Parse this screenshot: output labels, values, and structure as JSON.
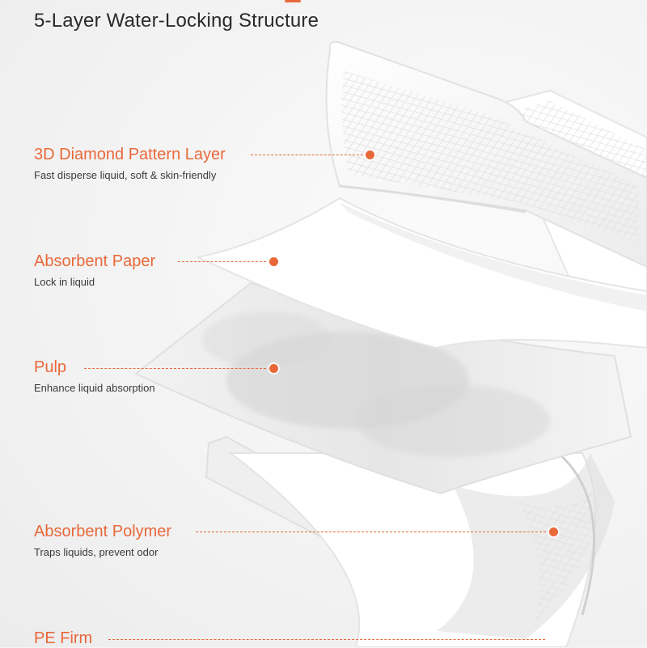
{
  "header": {
    "title": "5-Layer Water-Locking Structure"
  },
  "colors": {
    "accent": "#e8683a",
    "text": "#2a2a2a",
    "background": "#f4f4f4"
  },
  "layers": [
    {
      "name": "3D Diamond Pattern Layer",
      "description": "Fast disperse liquid, soft & skin-friendly"
    },
    {
      "name": "Absorbent Paper",
      "description": "Lock in liquid"
    },
    {
      "name": "Pulp",
      "description": "Enhance liquid absorption"
    },
    {
      "name": "Absorbent Polymer",
      "description": "Traps liquids,  prevent odor"
    },
    {
      "name": "PE Firm",
      "description": ""
    }
  ]
}
